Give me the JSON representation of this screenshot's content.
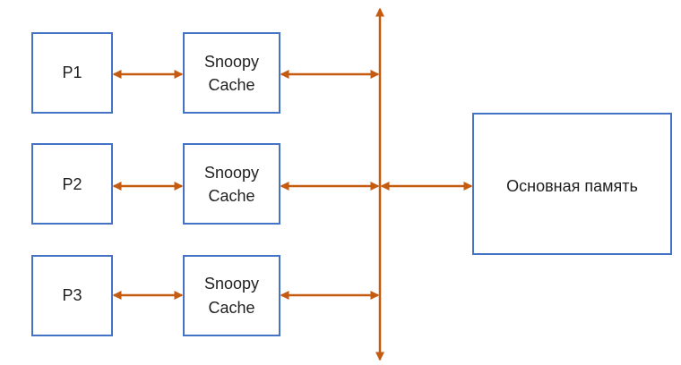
{
  "processors": [
    {
      "label": "P1",
      "cache_line1": "Snoopy",
      "cache_line2": "Cache"
    },
    {
      "label": "P2",
      "cache_line1": "Snoopy",
      "cache_line2": "Cache"
    },
    {
      "label": "P3",
      "cache_line1": "Snoopy",
      "cache_line2": "Cache"
    }
  ],
  "memory": {
    "label": "Основная память"
  },
  "colors": {
    "box_border": "#4472c4",
    "arrow": "#c55a11",
    "text": "#1f1f1f"
  }
}
